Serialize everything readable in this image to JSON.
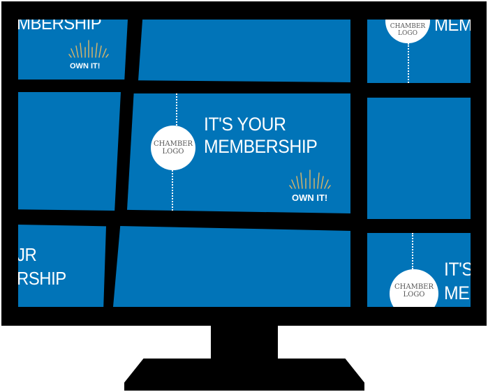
{
  "scene": {
    "description": "Monitor displaying a video-wall of blue tiles",
    "colors": {
      "tile_blue": "#0174b8",
      "frame": "#000000",
      "burst_gold": "#d4b46a",
      "text": "#ffffff"
    }
  },
  "tiles": {
    "top_left": {
      "headline": "MBERSHIP",
      "tagline": "OWN IT!"
    },
    "top_right": {
      "logo_line1": "CHAMBER",
      "logo_line2": "LOGO",
      "headline": "MEM"
    },
    "center": {
      "logo_line1": "CHAMBER",
      "logo_line2": "LOGO",
      "headline_line1": "IT'S YOUR",
      "headline_line2": "MEMBERSHIP",
      "tagline": "OWN IT!"
    },
    "bottom_left": {
      "headline_line1": "JR",
      "headline_line2": "RSHIP"
    },
    "bottom_right": {
      "logo_line1": "CHAMBER",
      "logo_line2": "LOGO",
      "headline_line1": "IT'S",
      "headline_line2": "ME"
    }
  }
}
